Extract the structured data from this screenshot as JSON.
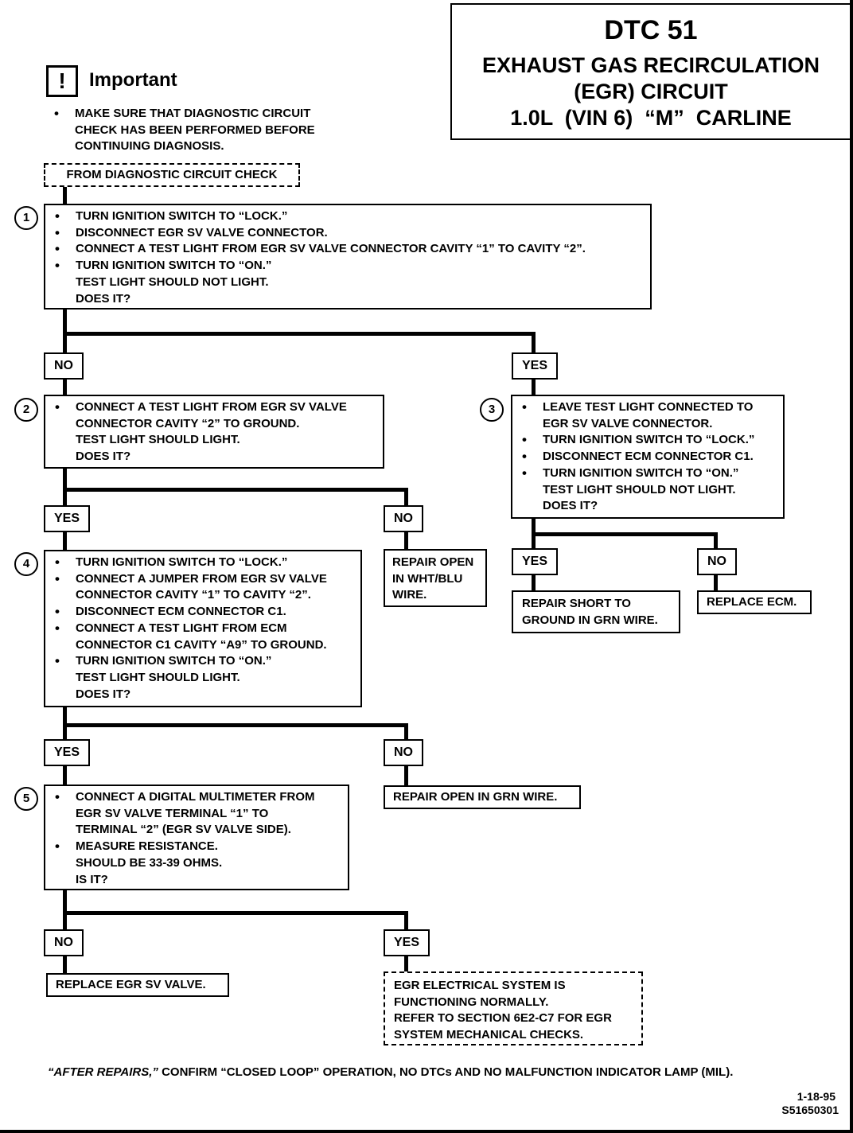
{
  "header": {
    "code": "DTC 51",
    "line1": "EXHAUST GAS RECIRCULATION",
    "line2": "(EGR) CIRCUIT",
    "line3": "1.0L  (VIN 6)  “M”  CARLINE"
  },
  "important": {
    "icon": "exclamation-icon",
    "title": "Important",
    "items": [
      {
        "text": "MAKE SURE THAT DIAGNOSTIC CIRCUIT",
        "bullet": true
      },
      {
        "text": "CHECK HAS BEEN PERFORMED BEFORE",
        "bullet": false
      },
      {
        "text": "CONTINUING DIAGNOSIS.",
        "bullet": false
      }
    ]
  },
  "start": "FROM DIAGNOSTIC CIRCUIT CHECK",
  "steps": {
    "s1": {
      "num": "1",
      "lines": [
        {
          "text": "TURN IGNITION SWITCH TO “LOCK.”",
          "bullet": true
        },
        {
          "text": "DISCONNECT EGR SV VALVE CONNECTOR.",
          "bullet": true
        },
        {
          "text": "CONNECT A TEST LIGHT FROM EGR SV VALVE CONNECTOR CAVITY “1” TO CAVITY “2”.",
          "bullet": true
        },
        {
          "text": "TURN IGNITION SWITCH TO “ON.”",
          "bullet": true
        },
        {
          "text": "TEST LIGHT SHOULD NOT LIGHT.",
          "bullet": false
        },
        {
          "text": "DOES IT?",
          "bullet": false
        }
      ]
    },
    "s2": {
      "num": "2",
      "lines": [
        {
          "text": "CONNECT A TEST LIGHT FROM EGR SV VALVE",
          "bullet": true
        },
        {
          "text": "CONNECTOR CAVITY “2” TO GROUND.",
          "bullet": false
        },
        {
          "text": "TEST LIGHT SHOULD LIGHT.",
          "bullet": false
        },
        {
          "text": "DOES IT?",
          "bullet": false
        }
      ]
    },
    "s3": {
      "num": "3",
      "lines": [
        {
          "text": "LEAVE TEST LIGHT CONNECTED TO",
          "bullet": true
        },
        {
          "text": "EGR SV VALVE CONNECTOR.",
          "bullet": false
        },
        {
          "text": "TURN IGNITION SWITCH TO “LOCK.”",
          "bullet": true
        },
        {
          "text": "DISCONNECT ECM CONNECTOR C1.",
          "bullet": true
        },
        {
          "text": "TURN IGNITION SWITCH TO “ON.”",
          "bullet": true
        },
        {
          "text": "TEST LIGHT SHOULD NOT LIGHT.",
          "bullet": false
        },
        {
          "text": "DOES IT?",
          "bullet": false
        }
      ]
    },
    "s4": {
      "num": "4",
      "lines": [
        {
          "text": "TURN IGNITION SWITCH TO “LOCK.”",
          "bullet": true
        },
        {
          "text": "CONNECT A JUMPER FROM EGR SV VALVE",
          "bullet": true
        },
        {
          "text": "CONNECTOR CAVITY “1” TO CAVITY “2”.",
          "bullet": false
        },
        {
          "text": "DISCONNECT ECM CONNECTOR C1.",
          "bullet": true
        },
        {
          "text": "CONNECT A TEST LIGHT FROM ECM",
          "bullet": true
        },
        {
          "text": "CONNECTOR C1 CAVITY “A9” TO GROUND.",
          "bullet": false
        },
        {
          "text": "TURN IGNITION SWITCH TO “ON.”",
          "bullet": true
        },
        {
          "text": "TEST LIGHT SHOULD LIGHT.",
          "bullet": false
        },
        {
          "text": "DOES IT?",
          "bullet": false
        }
      ]
    },
    "s5": {
      "num": "5",
      "lines": [
        {
          "text": "CONNECT A DIGITAL MULTIMETER FROM",
          "bullet": true
        },
        {
          "text": "EGR SV VALVE TERMINAL “1” TO",
          "bullet": false
        },
        {
          "text": "TERMINAL “2” (EGR SV VALVE SIDE).",
          "bullet": false
        },
        {
          "text": "MEASURE RESISTANCE.",
          "bullet": true
        },
        {
          "text": "SHOULD BE 33-39 OHMS.",
          "bullet": false
        },
        {
          "text": "IS IT?",
          "bullet": false
        }
      ]
    }
  },
  "labels": {
    "no": "NO",
    "yes": "YES"
  },
  "results": {
    "r2no": [
      "REPAIR OPEN",
      "IN WHT/BLU",
      "WIRE."
    ],
    "r3yes": [
      "REPAIR SHORT TO",
      "GROUND IN GRN WIRE."
    ],
    "r3no": "REPLACE ECM.",
    "r4no": "REPAIR OPEN IN GRN WIRE.",
    "r5no": "REPLACE EGR SV VALVE.",
    "r5yes": [
      "EGR ELECTRICAL SYSTEM IS",
      "FUNCTIONING NORMALLY.",
      "REFER TO SECTION 6E2-C7 FOR EGR",
      "SYSTEM MECHANICAL CHECKS."
    ]
  },
  "footer": {
    "note_italic": "“AFTER REPAIRS,”",
    "note_rest": " CONFIRM “CLOSED LOOP” OPERATION, NO DTCs AND NO MALFUNCTION INDICATOR LAMP (MIL).",
    "date": "1-18-95",
    "code": "S51650301"
  }
}
